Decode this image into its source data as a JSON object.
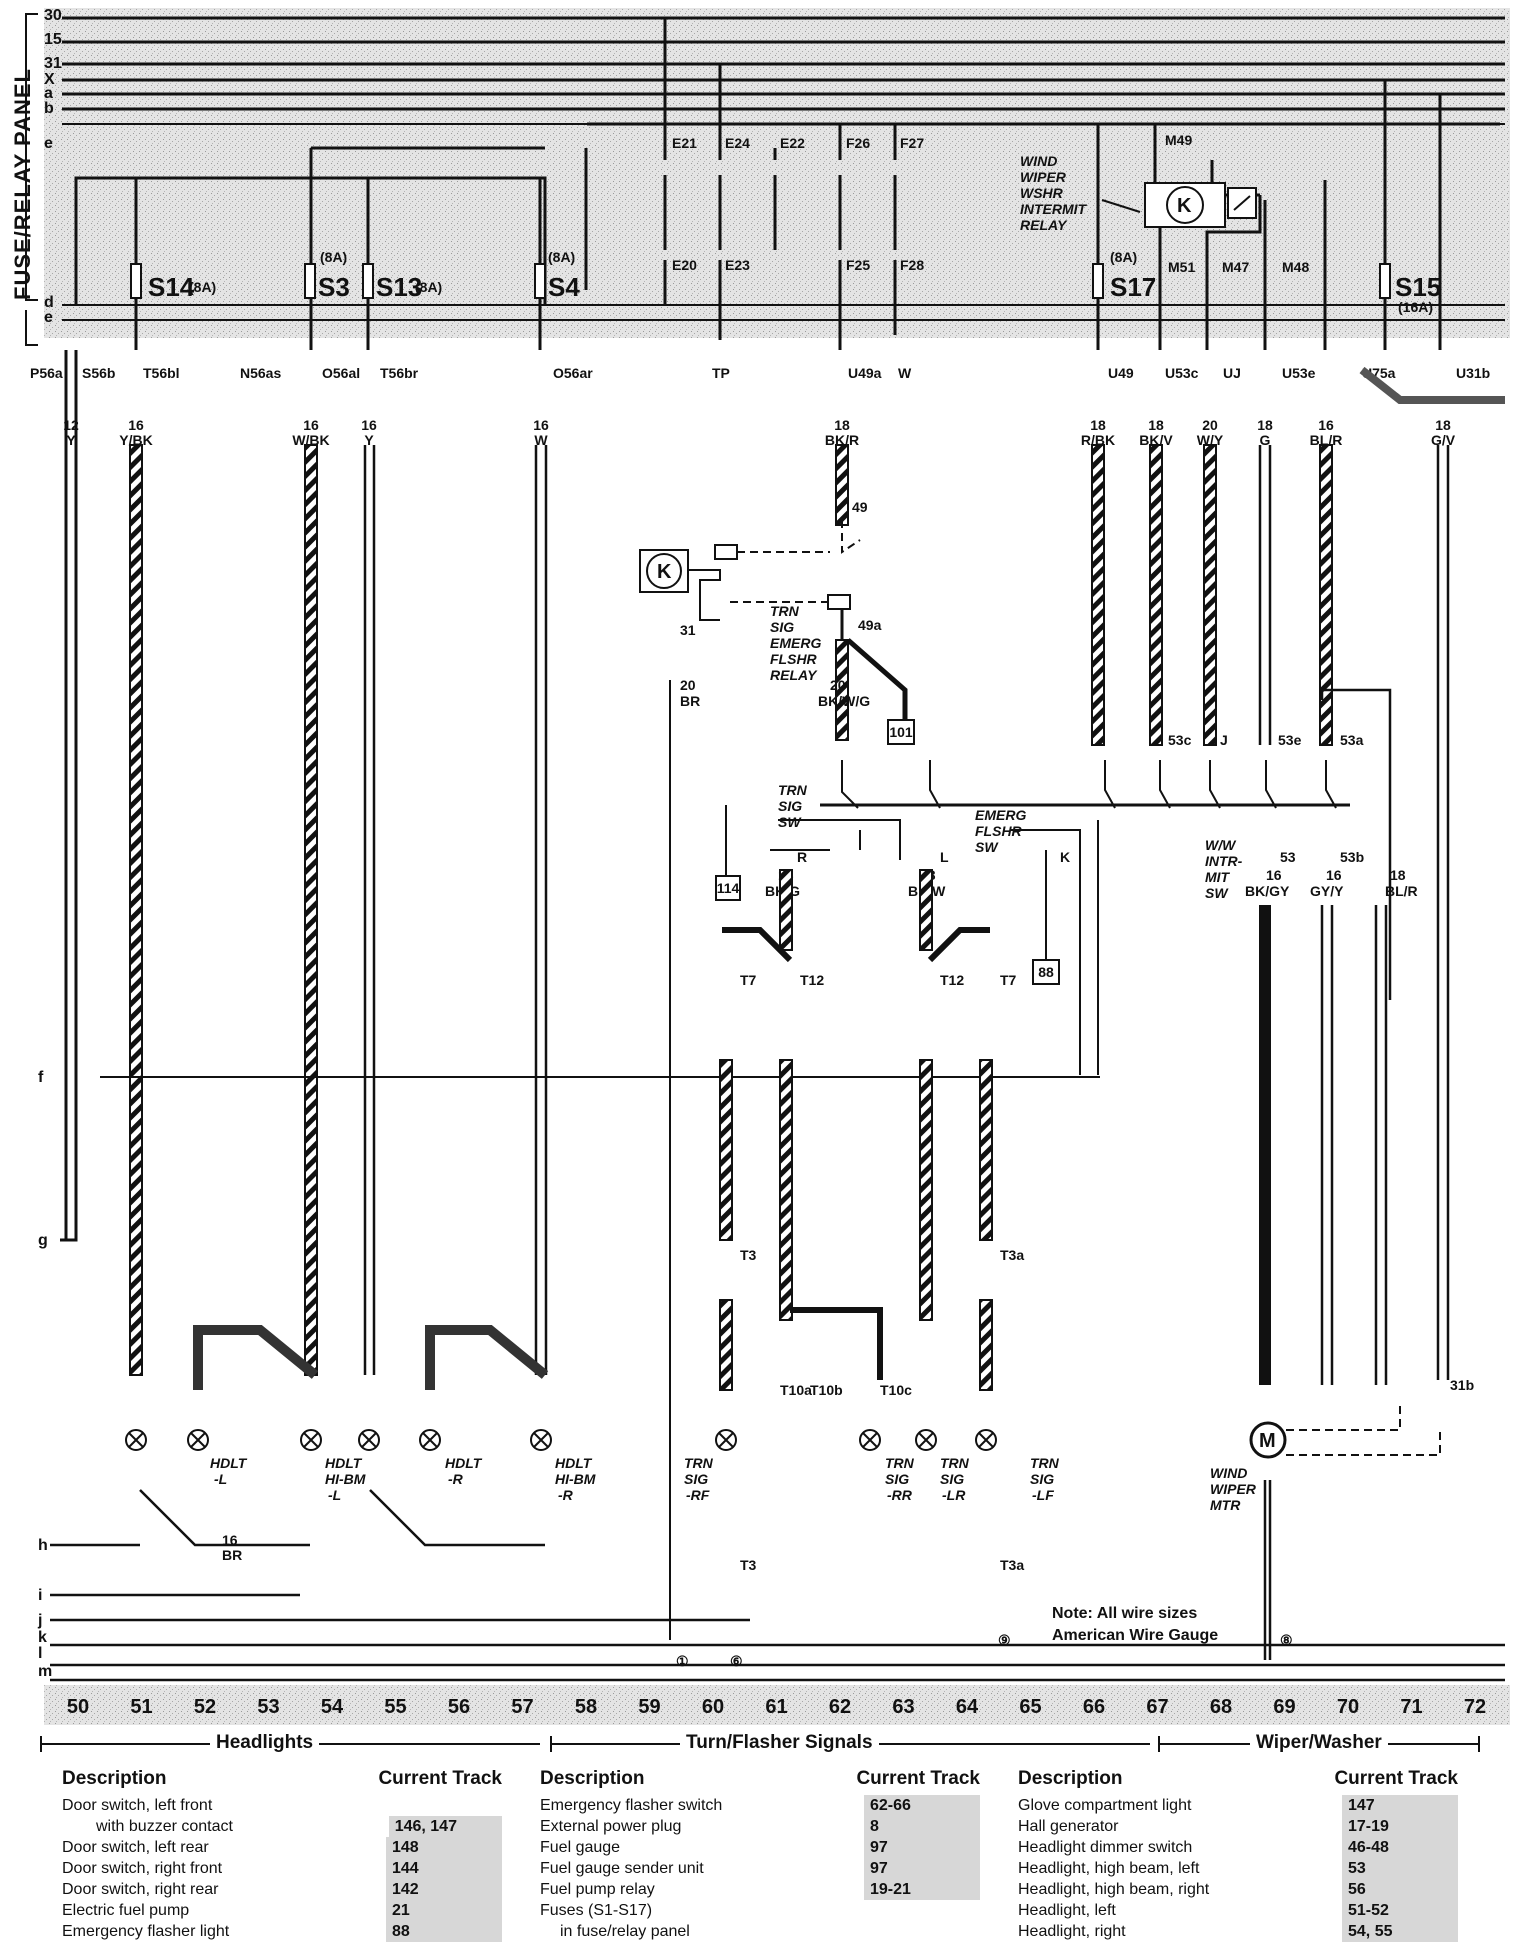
{
  "panel": {
    "title": "FUSE/RELAY PANEL",
    "bus_labels": [
      "30",
      "15",
      "31",
      "X",
      "a",
      "b",
      "e",
      "d",
      "e"
    ],
    "fuses": [
      {
        "id": "S14",
        "rating": "(8A)"
      },
      {
        "id": "S3",
        "rating": "(8A)"
      },
      {
        "id": "S13",
        "rating": "(8A)"
      },
      {
        "id": "S4",
        "rating": "(8A)"
      },
      {
        "id": "S17",
        "rating": "(8A)"
      },
      {
        "id": "S15",
        "rating": "(16A)"
      }
    ],
    "connectors": [
      "E21",
      "E24",
      "E22",
      "E20",
      "E23",
      "F26",
      "F27",
      "F25",
      "F28",
      "M49",
      "M51",
      "M47",
      "M48"
    ],
    "relay_label": [
      "WIND",
      "WIPER",
      "WSHR",
      "INTERMIT",
      "RELAY"
    ],
    "terminals": [
      "P56a",
      "S56b",
      "T56bl",
      "N56as",
      "O56al",
      "T56br",
      "O56ar",
      "TP",
      "U49a",
      "W",
      "U49",
      "U53c",
      "UJ",
      "U53e",
      "U75a",
      "U31b"
    ]
  },
  "wires": [
    {
      "gauge": "12",
      "color": "Y"
    },
    {
      "gauge": "16",
      "color": "Y/BK"
    },
    {
      "gauge": "16",
      "color": "W/BK"
    },
    {
      "gauge": "16",
      "color": "Y"
    },
    {
      "gauge": "16",
      "color": "W"
    },
    {
      "gauge": "18",
      "color": "BK/R"
    },
    {
      "gauge": "18",
      "color": "R/BK"
    },
    {
      "gauge": "18",
      "color": "BK/V"
    },
    {
      "gauge": "20",
      "color": "W/Y"
    },
    {
      "gauge": "18",
      "color": "G"
    },
    {
      "gauge": "16",
      "color": "BL/R"
    },
    {
      "gauge": "18",
      "color": "G/V"
    }
  ],
  "components": {
    "flasher_relay": [
      "TRN",
      "SIG",
      "EMERG",
      "FLSHR",
      "RELAY"
    ],
    "trn_sig_sw": [
      "TRN",
      "SIG",
      "SW"
    ],
    "emerg_flshr_sw": [
      "EMERG",
      "FLSHR",
      "SW"
    ],
    "ww_intermit_sw": [
      "W/W",
      "INTR-",
      "MIT",
      "SW"
    ],
    "wiper_motor": [
      "WIND",
      "WIPER",
      "MTR"
    ],
    "lamps": [
      [
        "HDLT",
        "-L"
      ],
      [
        "HDLT",
        "HI-BM",
        "-L"
      ],
      [
        "HDLT",
        "-R"
      ],
      [
        "HDLT",
        "HI-BM",
        "-R"
      ],
      [
        "TRN",
        "SIG",
        "-RF"
      ],
      [
        "TRN",
        "SIG",
        "-RR"
      ],
      [
        "TRN",
        "SIG",
        "-LR"
      ],
      [
        "TRN",
        "SIG",
        "-LF"
      ]
    ],
    "switch_terms": [
      "49",
      "49a",
      "31",
      "R",
      "L",
      "K",
      "J",
      "53c",
      "53e",
      "53a",
      "53",
      "53b",
      "31b"
    ],
    "boxes": [
      "101",
      "114",
      "88"
    ],
    "connector_tags": [
      "T7",
      "T12",
      "T12",
      "T7",
      "T3",
      "T3a",
      "T10a",
      "T10b",
      "T10c",
      "T3",
      "T3a"
    ],
    "mid_wires": [
      {
        "gauge": "20",
        "color": "BR"
      },
      {
        "gauge": "20",
        "color": "BK/W/G"
      },
      {
        "gauge": "18",
        "color": "BK/G"
      },
      {
        "gauge": "18",
        "color": "BK/W"
      },
      {
        "gauge": "16",
        "color": "BK/GY"
      },
      {
        "gauge": "16",
        "color": "GY/Y"
      },
      {
        "gauge": "18",
        "color": "BL/R"
      }
    ],
    "ground_wires": [
      {
        "gauge": "16",
        "color": "BR"
      }
    ],
    "side_labels": [
      "f",
      "g",
      "h",
      "i",
      "j",
      "k",
      "l",
      "m"
    ],
    "ground_points": [
      "①",
      "⑥",
      "⑨",
      "⑧"
    ]
  },
  "note": [
    "Note: All wire sizes",
    "American Wire Gauge"
  ],
  "tracks": [
    "50",
    "51",
    "52",
    "53",
    "54",
    "55",
    "56",
    "57",
    "58",
    "59",
    "60",
    "61",
    "62",
    "63",
    "64",
    "65",
    "66",
    "67",
    "68",
    "69",
    "70",
    "71",
    "72"
  ],
  "sections": [
    "Headlights",
    "Turn/Flasher Signals",
    "Wiper/Washer"
  ],
  "legend": {
    "description_header": "Description",
    "track_header": "Current Track",
    "columns": [
      [
        {
          "desc": "Door switch, left front",
          "track": ""
        },
        {
          "desc": "with buzzer contact",
          "track": "146, 147"
        },
        {
          "desc": "Door switch, left rear",
          "track": "148"
        },
        {
          "desc": "Door switch, right front",
          "track": "144"
        },
        {
          "desc": "Door switch, right rear",
          "track": "142"
        },
        {
          "desc": "Electric fuel pump",
          "track": "21"
        },
        {
          "desc": "Emergency flasher light",
          "track": "88"
        }
      ],
      [
        {
          "desc": "Emergency flasher switch",
          "track": "62-66"
        },
        {
          "desc": "External power plug",
          "track": "8"
        },
        {
          "desc": "Fuel gauge",
          "track": "97"
        },
        {
          "desc": "Fuel gauge sender unit",
          "track": "97"
        },
        {
          "desc": "Fuel pump relay",
          "track": "19-21"
        },
        {
          "desc": "Fuses (S1-S17)",
          "track": ""
        },
        {
          "desc": "in fuse/relay panel",
          "track": ""
        }
      ],
      [
        {
          "desc": "Glove compartment light",
          "track": "147"
        },
        {
          "desc": "Hall generator",
          "track": "17-19"
        },
        {
          "desc": "Headlight dimmer switch",
          "track": "46-48"
        },
        {
          "desc": "Headlight, high beam, left",
          "track": "53"
        },
        {
          "desc": "Headlight, high beam, right",
          "track": "56"
        },
        {
          "desc": "Headlight, left",
          "track": "51-52"
        },
        {
          "desc": "Headlight, right",
          "track": "54, 55"
        }
      ]
    ]
  }
}
